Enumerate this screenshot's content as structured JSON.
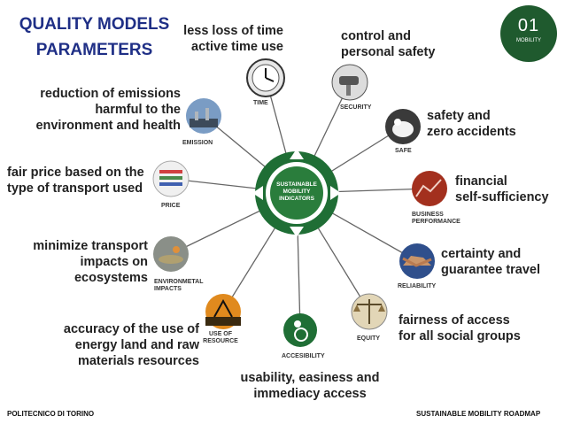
{
  "title": {
    "line1": "QUALITY MODELS",
    "line2": "PARAMETERS"
  },
  "badge": {
    "number": "01",
    "label": "MOBILITY"
  },
  "center": {
    "line1": "SUSTAINABLE",
    "line2": "MOBILITY",
    "line3": "INDICATORS"
  },
  "nodes": [
    {
      "key": "time",
      "tag": "TIME",
      "desc": [
        "less loss of time",
        "active time use"
      ]
    },
    {
      "key": "security",
      "tag": "SECURITY",
      "desc": [
        "control and",
        "personal safety"
      ]
    },
    {
      "key": "safe",
      "tag": "SAFE",
      "desc": [
        "safety and",
        "zero accidents"
      ]
    },
    {
      "key": "business",
      "tag": [
        "BUSINESS",
        "PERFORMANCE"
      ],
      "desc": [
        "financial",
        "self-sufficiency"
      ]
    },
    {
      "key": "reliability",
      "tag": "RELIABILITY",
      "desc": [
        "certainty and",
        "guarantee travel"
      ]
    },
    {
      "key": "equity",
      "tag": "EQUITY",
      "desc": [
        "fairness of access",
        "for all social groups"
      ]
    },
    {
      "key": "accessibility",
      "tag": "ACCESIBILITY",
      "desc": [
        "usability, easiness and",
        "immediacy access"
      ]
    },
    {
      "key": "resource",
      "tag": [
        "USE OF",
        "RESOURCE"
      ],
      "desc": [
        "accuracy of the use of",
        "energy land and raw",
        "materials resources"
      ]
    },
    {
      "key": "environmental",
      "tag": [
        "ENVIRONMETAL",
        "IMPACTS"
      ],
      "desc": [
        "minimize transport",
        "impacts  on",
        "ecosystems"
      ]
    },
    {
      "key": "price",
      "tag": "PRICE",
      "desc": [
        "fair price based on the",
        "type of transport used"
      ]
    },
    {
      "key": "emission",
      "tag": "EMISSION",
      "desc": [
        "reduction of emissions",
        "harmful to the",
        "environment and health"
      ]
    }
  ],
  "footer": {
    "left": "POLITECNICO DI TORINO",
    "right": "SUSTAINABLE MOBILITY ROADMAP"
  },
  "colors": {
    "title": "#1f2f86",
    "hub": "#1f6e35",
    "badge": "#1f5a2e",
    "spoke": "#666666"
  }
}
